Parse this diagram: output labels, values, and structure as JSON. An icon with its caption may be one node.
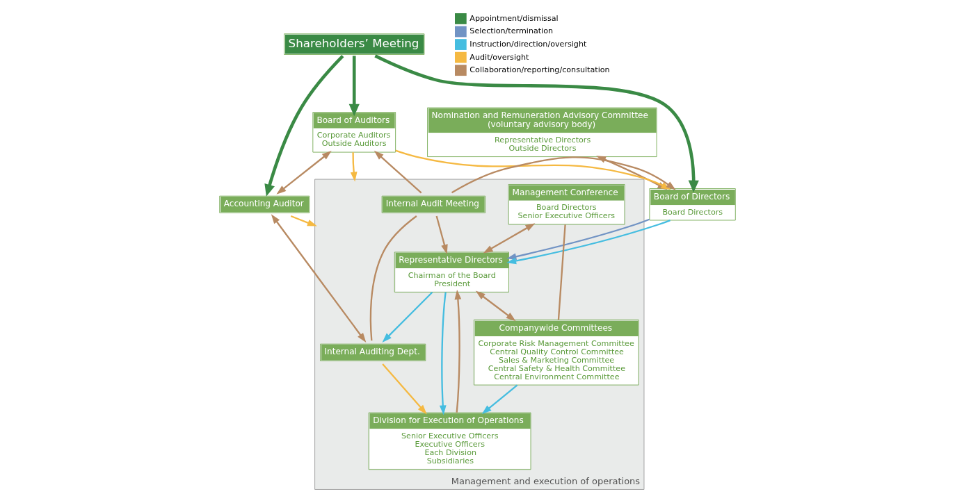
{
  "diagram": {
    "nodes": [
      {
        "text": [
          "Shareholders’ Meeting"
        ]
      },
      {
        "text": [
          "Nomination and Remuneration Advisory Committee",
          "(voluntary advisory body)",
          "Representative Directors",
          "Outside Directors"
        ]
      },
      {
        "text": [
          "Board of Directors",
          "Board Directors"
        ]
      },
      {
        "text": [
          "Board of Auditors",
          "Corporate Auditors",
          "Outside Auditors"
        ]
      },
      {
        "text": [
          "Accounting Auditor"
        ]
      },
      {
        "text": [
          "Management and execution of operations"
        ]
      },
      {
        "text": [
          "Internal Audit Meeting"
        ],
        "in": 5
      },
      {
        "text": [
          "Management Conference",
          "Board Directors",
          "Senior Executive Officers"
        ],
        "in": 5
      },
      {
        "text": [
          "Representative Directors",
          "Chairman of the Board",
          "President"
        ],
        "in": 5
      },
      {
        "text": [
          "Internal Auditing Dept."
        ],
        "in": 5
      },
      {
        "text": [
          "Companywide Committees",
          "Corporate Risk Management Committee",
          "Central Quality Control Committee",
          "Sales & Marketing Committee",
          "Central Safety & Health Committee",
          "Central Environment Committee"
        ],
        "in": 5
      },
      {
        "text": [
          "Division for Execution of Operations",
          "Senior Executive Officers",
          "Executive Officers",
          "Each Division",
          "Subsidiaries"
        ],
        "in": 5
      }
    ],
    "edges": [
      {
        "from": 0,
        "to": 2,
        "arrow": "to",
        "style": "thick",
        "color": "#3a8a45"
      },
      {
        "from": 0,
        "to": 3,
        "arrow": "to",
        "style": "thick",
        "color": "#3a8a45"
      },
      {
        "from": 0,
        "to": 4,
        "arrow": "to",
        "style": "thick",
        "color": "#3a8a45"
      },
      {
        "from": 1,
        "to": 2,
        "arrow": "both",
        "color": "#b88a62"
      },
      {
        "from": 3,
        "to": 2,
        "arrow": "to",
        "color": "#f5b942"
      },
      {
        "from": 3,
        "to": 4,
        "arrow": "both",
        "color": "#b88a62"
      },
      {
        "from": 2,
        "to": 8,
        "arrow": "to",
        "color": "#7193c4"
      },
      {
        "from": 2,
        "to": 8,
        "arrow": "to",
        "color": "#45bde0"
      },
      {
        "from": 6,
        "to": 2,
        "arrow": "to",
        "color": "#b88a62"
      },
      {
        "from": 6,
        "to": 8,
        "arrow": "to",
        "color": "#b88a62"
      },
      {
        "from": 6,
        "to": 3,
        "arrow": "to",
        "color": "#b88a62"
      },
      {
        "from": 3,
        "to": 5,
        "arrow": "to",
        "color": "#f5b942"
      },
      {
        "from": 4,
        "to": 5,
        "arrow": "to",
        "color": "#f5b942"
      },
      {
        "from": 4,
        "to": 9,
        "arrow": "both",
        "color": "#b88a62"
      },
      {
        "from": 6,
        "to": 9,
        "arrow": "none",
        "color": "#b88a62"
      },
      {
        "from": 7,
        "to": 8,
        "arrow": "both",
        "color": "#b88a62"
      },
      {
        "from": 8,
        "to": 10,
        "arrow": "both",
        "color": "#b88a62"
      },
      {
        "from": 7,
        "to": 10,
        "arrow": "none",
        "color": "#b88a62"
      },
      {
        "from": 8,
        "to": 9,
        "arrow": "to",
        "color": "#45bde0"
      },
      {
        "from": 11,
        "to": 8,
        "arrow": "to",
        "color": "#b88a62"
      },
      {
        "from": 8,
        "to": 11,
        "arrow": "to",
        "color": "#45bde0"
      },
      {
        "from": 10,
        "to": 11,
        "arrow": "to",
        "color": "#45bde0"
      },
      {
        "from": 9,
        "to": 11,
        "arrow": "to",
        "color": "#f5b942"
      }
    ],
    "legend": [
      {
        "text": "Appointment/dismissal",
        "color": "#3a8a45"
      },
      {
        "text": "Selection/termination",
        "color": "#7193c4"
      },
      {
        "text": "Instruction/direction/oversight",
        "color": "#45bde0"
      },
      {
        "text": "Audit/oversight",
        "color": "#f5b942"
      },
      {
        "text": "Collaboration/reporting/consultation",
        "color": "#b88a62"
      }
    ]
  }
}
